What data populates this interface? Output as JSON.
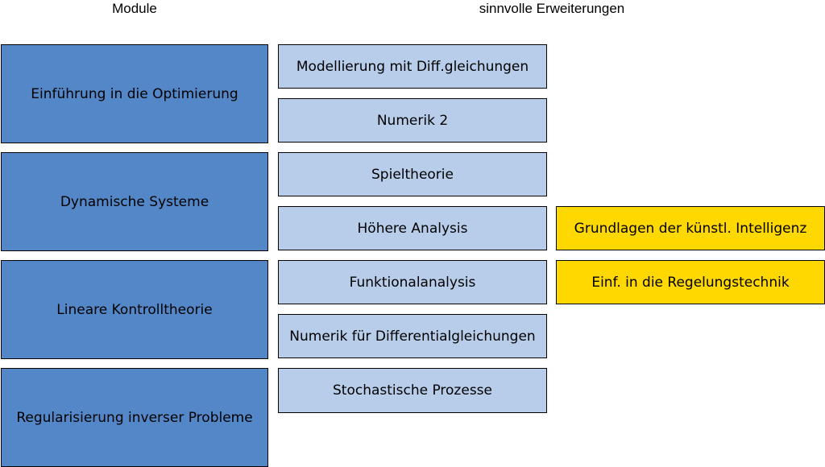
{
  "headers": {
    "modules": "Module",
    "extensions": "sinnvolle Erweiterungen"
  },
  "colors": {
    "module_fill": "#5487c8",
    "extension_fill": "#b7cdea",
    "highlight_fill": "#ffd800",
    "border": "#000000"
  },
  "modules": [
    "Einführung in die Optimierung",
    "Dynamische Systeme",
    "Lineare Kontrolltheorie",
    "Regularisierung inverser Probleme"
  ],
  "extensions": [
    "Modellierung mit Diff.gleichungen",
    "Numerik 2",
    "Spieltheorie",
    "Höhere Analysis",
    "Funktionalanalysis",
    "Numerik für Differentialgleichungen",
    "Stochastische Prozesse"
  ],
  "further_extensions": [
    "Grundlagen der künstl. Intelligenz",
    "Einf. in die Regelungstechnik"
  ]
}
